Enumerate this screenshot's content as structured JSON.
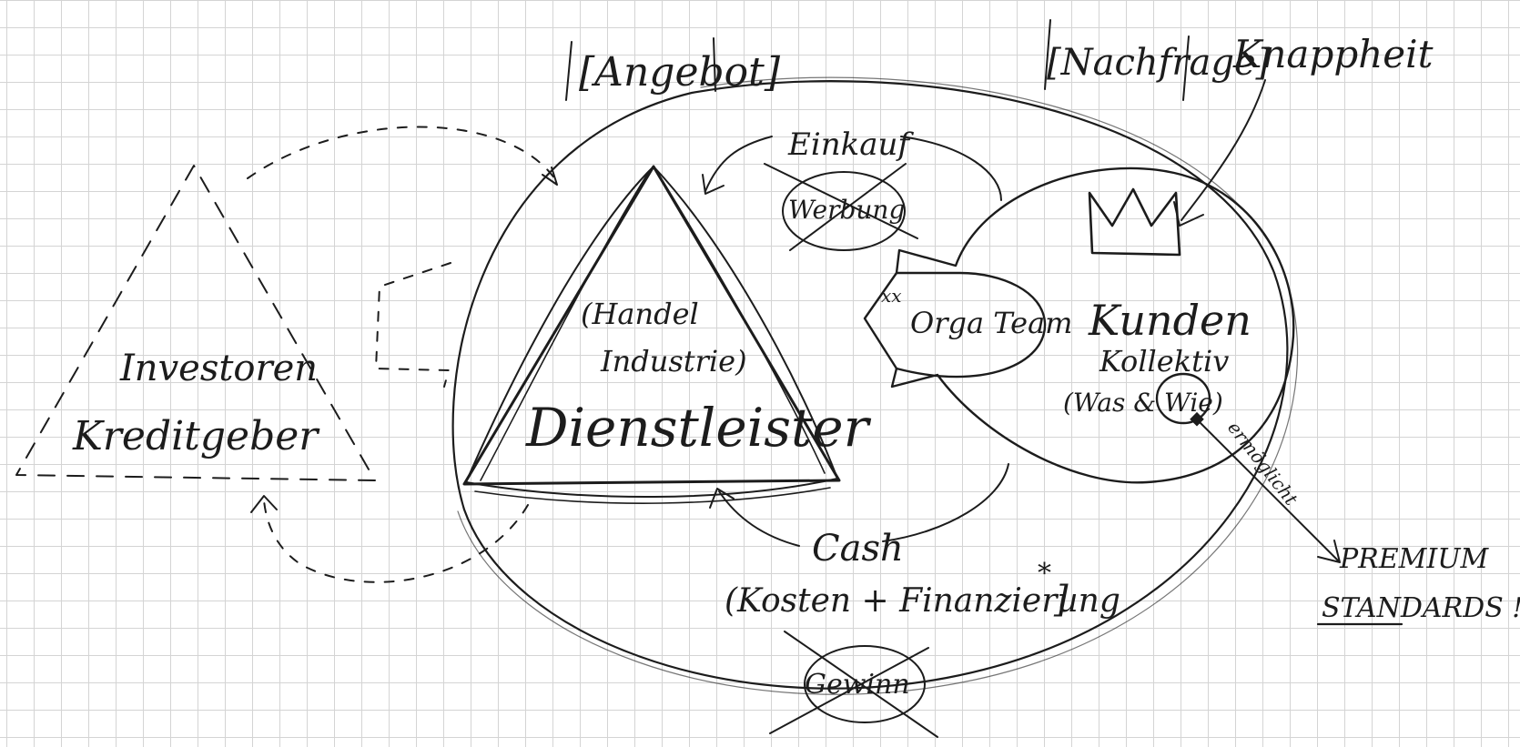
{
  "ink_color": "#1c1c1c",
  "grid_color": "#d4d4d4",
  "labels": {
    "angebot": "[Angebot]",
    "nachfrage": "[Nachfrage]",
    "knappheit": "Knappheit",
    "einkauf": "Einkauf",
    "werbung": "Werbung",
    "orga_team": "Orga Team",
    "handel": "(Handel",
    "industrie": "Industrie)",
    "dienstleister": "Dienstleister",
    "kunden": "Kunden",
    "kollektiv": "Kollektiv",
    "was_wie": "(Was & Wie)",
    "investoren": "Investoren",
    "kreditgeber": "Kreditgeber",
    "cash": "Cash",
    "kosten": "(Kosten + Finanzierung",
    "kosten_close": "]",
    "asterisk": "*",
    "gewinn": "Gewinn",
    "premium": "PREMIUM",
    "standards": "STANDARDS !!!",
    "ermoeglicht": "ermöglicht",
    "xx": "xx"
  }
}
